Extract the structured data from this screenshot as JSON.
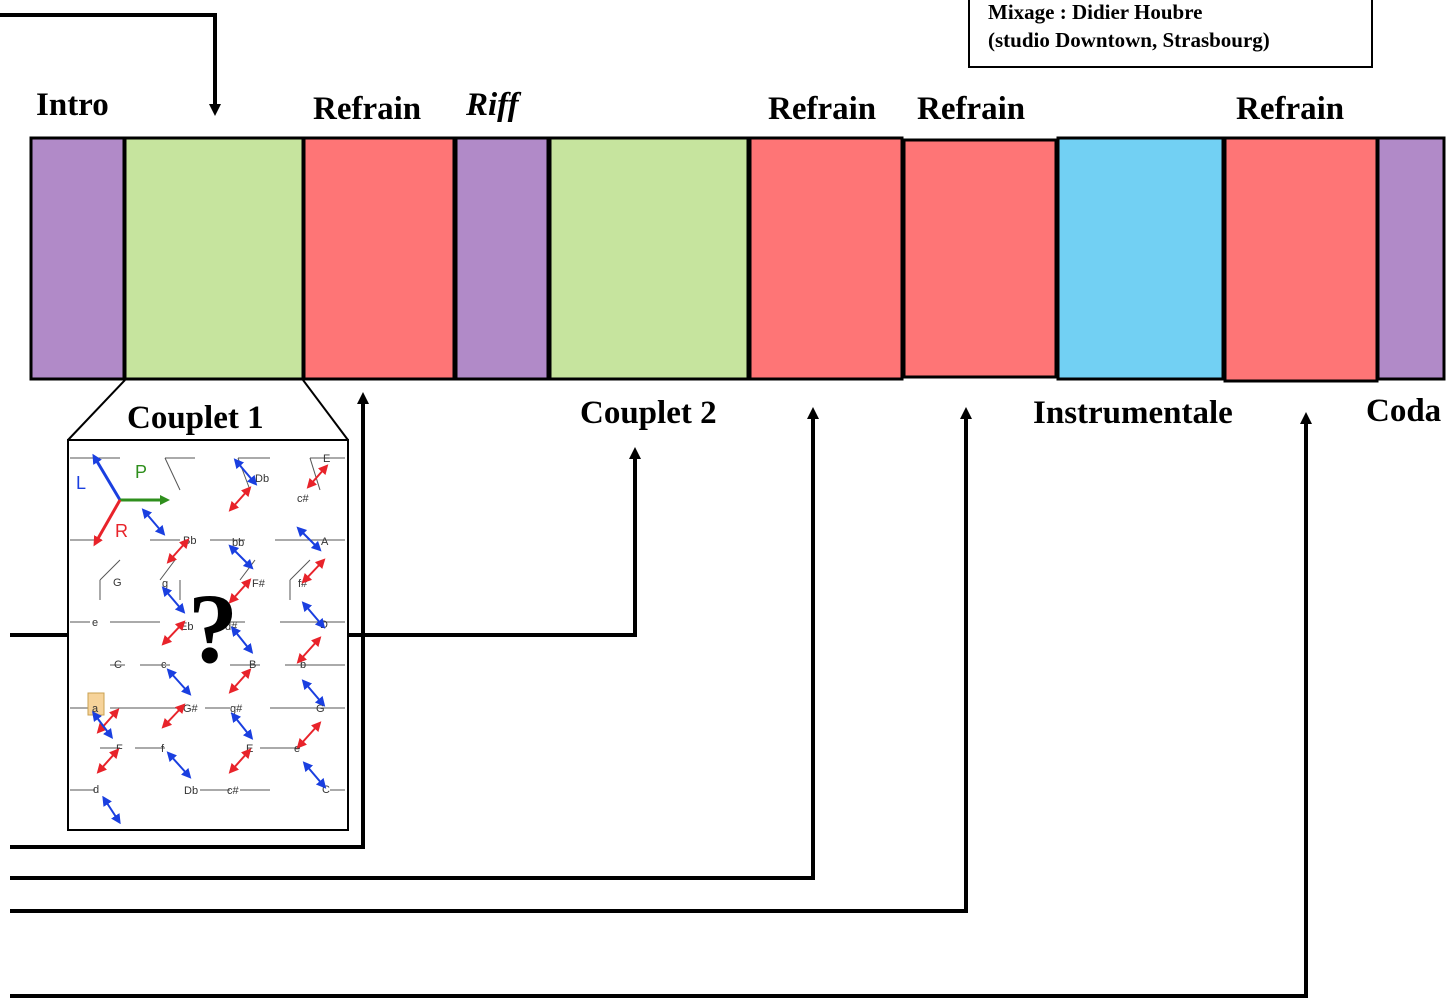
{
  "credits": {
    "line1": "Mixage : Didier Houbre",
    "line2": "(studio Downtown, Strasbourg)"
  },
  "colors": {
    "intro_riff_coda": "#b18ac8",
    "couplet": "#c6e49e",
    "refrain": "#fe7576",
    "instrumentale": "#72d0f3",
    "inset_highlight": "#f6d39a",
    "arrow_blue": "#1a3fe0",
    "arrow_red": "#e8232a",
    "arrow_green": "#2f8f1d"
  },
  "sections": [
    {
      "name": "Intro",
      "kind": "intro_riff_coda"
    },
    {
      "name": "Couplet 1",
      "kind": "couplet"
    },
    {
      "name": "Refrain",
      "kind": "refrain"
    },
    {
      "name": "Riff",
      "kind": "intro_riff_coda"
    },
    {
      "name": "Couplet 2",
      "kind": "couplet"
    },
    {
      "name": "Refrain",
      "kind": "refrain"
    },
    {
      "name": "Refrain",
      "kind": "refrain"
    },
    {
      "name": "Instrumentale",
      "kind": "instrumentale"
    },
    {
      "name": "Refrain",
      "kind": "refrain"
    },
    {
      "name": "Coda",
      "kind": "intro_riff_coda"
    }
  ],
  "labels_top": {
    "intro": "Intro",
    "refrain_1": "Refrain",
    "riff": "Riff",
    "refrain_2": "Refrain",
    "refrain_3": "Refrain",
    "refrain_4": "Refrain"
  },
  "labels_bottom": {
    "couplet_1": "Couplet 1",
    "couplet_2": "Couplet 2",
    "instrumentale": "Instrumentale",
    "coda": "Coda"
  },
  "inset": {
    "question_mark": "?",
    "transform_labels": {
      "L": "L",
      "P": "P",
      "R": "R"
    },
    "notes": [
      "E",
      "Db",
      "c#",
      "Bb",
      "bb",
      "A",
      "G",
      "g",
      "F#",
      "f#",
      "e",
      "Eb",
      "d#",
      "D",
      "C",
      "c",
      "B",
      "b",
      "a",
      "G#",
      "g#",
      "G",
      "F",
      "f",
      "E",
      "e",
      "d",
      "Db",
      "c#",
      "C"
    ]
  }
}
